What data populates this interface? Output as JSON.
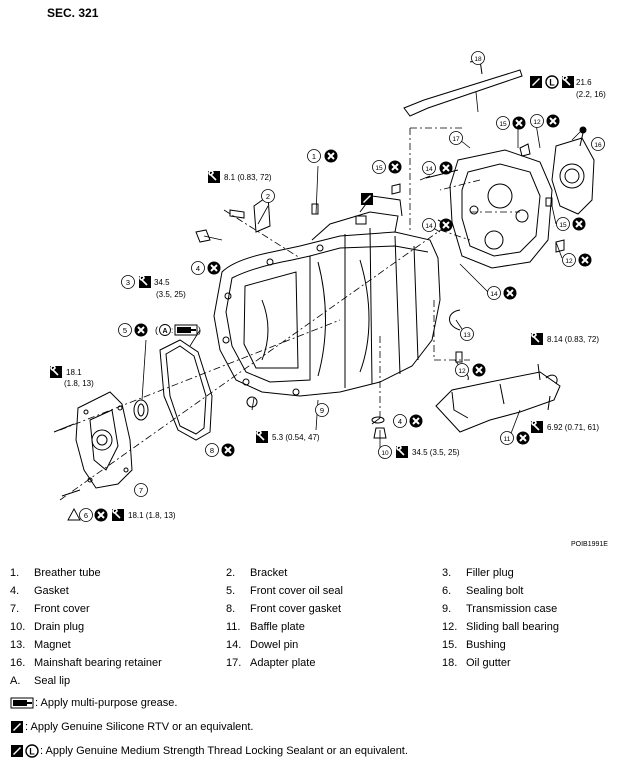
{
  "header": {
    "section": "SEC. 321"
  },
  "figure_code": "POIB1991E",
  "callouts": {
    "c1": {
      "num": "1"
    },
    "c2": {
      "num": "2"
    },
    "c3": {
      "num": "3",
      "torque": "34.5",
      "torque_alt": "(3.5, 25)"
    },
    "c4a": {
      "num": "4"
    },
    "c4b": {
      "num": "4"
    },
    "c5": {
      "num": "5",
      "note": "A"
    },
    "c6": {
      "num": "6",
      "torque": "18.1 (1.8, 13)"
    },
    "c7": {
      "num": "7",
      "torque": "18.1",
      "torque_alt": "(1.8, 13)"
    },
    "c8": {
      "num": "8"
    },
    "c9": {
      "num": "9",
      "torque": "5.3 (0.54, 47)"
    },
    "c10": {
      "num": "10",
      "torque": "34.5 (3.5, 25)"
    },
    "c11": {
      "num": "11",
      "torque_a": "8.14 (0.83, 72)",
      "torque_b": "6.92 (0.71, 61)"
    },
    "c12a": {
      "num": "12"
    },
    "c12b": {
      "num": "12"
    },
    "c12c": {
      "num": "12"
    },
    "c13": {
      "num": "13"
    },
    "c14a": {
      "num": "14"
    },
    "c14b": {
      "num": "14"
    },
    "c14c": {
      "num": "14"
    },
    "c15a": {
      "num": "15"
    },
    "c15b": {
      "num": "15"
    },
    "c15c": {
      "num": "15"
    },
    "c16": {
      "num": "16"
    },
    "c17": {
      "num": "17"
    },
    "c18": {
      "num": "18",
      "torque": "21.6",
      "torque_alt": "(2.2, 16)"
    },
    "bracket_bolt": {
      "torque": "8.1 (0.83, 72)"
    }
  },
  "legend": [
    {
      "num": "1.",
      "label": "Breather tube"
    },
    {
      "num": "2.",
      "label": "Bracket"
    },
    {
      "num": "3.",
      "label": "Filler plug"
    },
    {
      "num": "4.",
      "label": "Gasket"
    },
    {
      "num": "5.",
      "label": "Front cover oil seal"
    },
    {
      "num": "6.",
      "label": "Sealing bolt"
    },
    {
      "num": "7.",
      "label": "Front cover"
    },
    {
      "num": "8.",
      "label": "Front cover gasket"
    },
    {
      "num": "9.",
      "label": "Transmission case"
    },
    {
      "num": "10.",
      "label": "Drain plug"
    },
    {
      "num": "11.",
      "label": "Baffle plate"
    },
    {
      "num": "12.",
      "label": "Sliding ball bearing"
    },
    {
      "num": "13.",
      "label": "Magnet"
    },
    {
      "num": "14.",
      "label": "Dowel pin"
    },
    {
      "num": "15.",
      "label": "Bushing"
    },
    {
      "num": "16.",
      "label": "Mainshaft bearing retainer"
    },
    {
      "num": "17.",
      "label": "Adapter plate"
    },
    {
      "num": "18.",
      "label": "Oil gutter"
    },
    {
      "num": "A.",
      "label": "Seal lip"
    }
  ],
  "notes": {
    "grease": ": Apply multi-purpose grease.",
    "rtv": ": Apply Genuine Silicone RTV or an equivalent.",
    "lock": ": Apply Genuine Medium Strength Thread Locking Sealant or an equivalent."
  },
  "icons": {
    "replace": "x-circle-icon",
    "torque": "wrench-box-icon",
    "grease": "grease-gun-icon",
    "sealant": "sealant-tube-icon",
    "locking": "thread-lock-icon",
    "warning": "warning-triangle-icon"
  }
}
